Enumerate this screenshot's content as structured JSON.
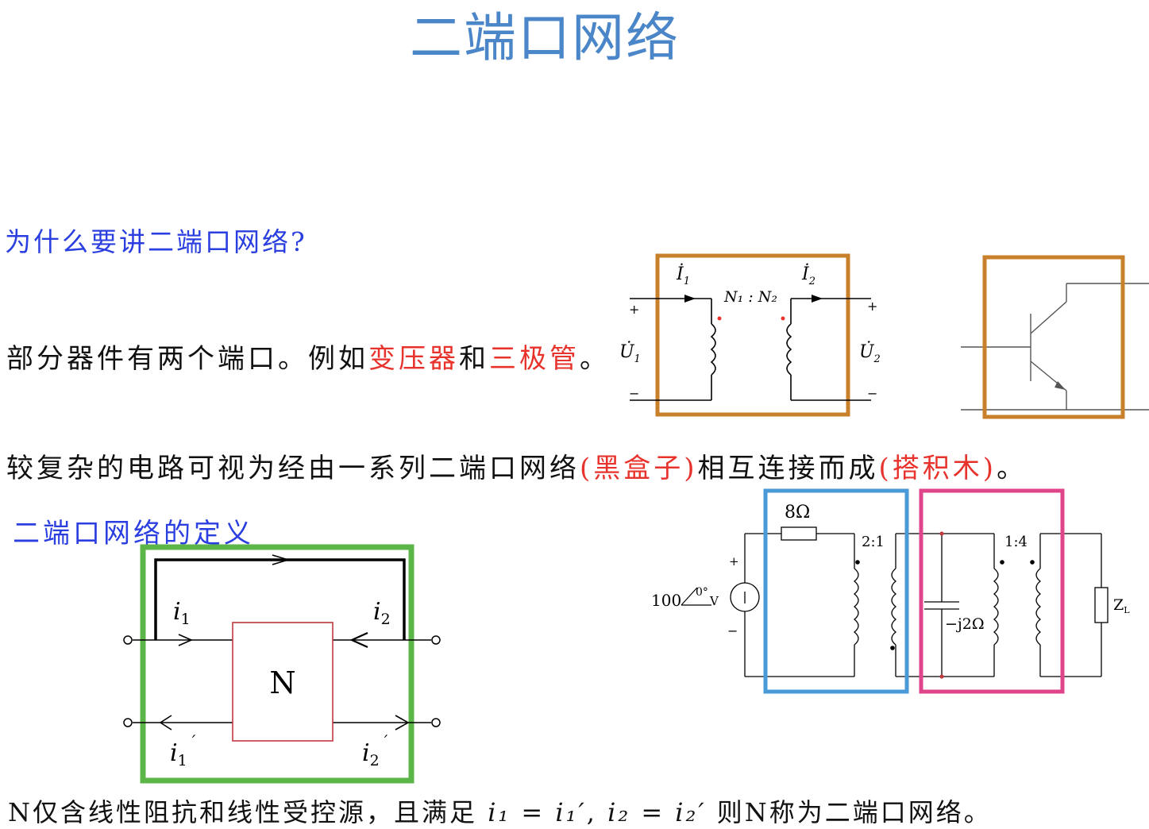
{
  "title": "二端口网络",
  "question": "为什么要讲二端口网络?",
  "line1": {
    "prefix": "部分器件有两个端口。例如",
    "transformer": "变压器",
    "and": "和",
    "triode": "三极管",
    "end": "。"
  },
  "line2": {
    "prefix": "较复杂的电路可视为经由一系列二端口网络",
    "black_box": "(黑盒子)",
    "middle": "相互连接而成",
    "blocks": "(搭积木)",
    "end": "。"
  },
  "definition_heading": "二端口网络的定义",
  "definition": {
    "prefix": "N仅含线性阻抗和线性受控源，且满足",
    "cond1": "i₁ = i₁′",
    "sep": ",",
    "cond2": "i₂ = i₂′",
    "suffix": "则N称为二端口网络。"
  },
  "transformer_diagram": {
    "I1": "İ",
    "I1_sub": "1",
    "I2": "İ",
    "I2_sub": "2",
    "ratio": "N₁ : N₂",
    "U1": "U̇",
    "U1_sub": "1",
    "U2": "U̇",
    "U2_sub": "2",
    "plus": "+",
    "minus": "−"
  },
  "network_diagram": {
    "box_label": "N",
    "i1": "i",
    "i1_sub": "1",
    "i2": "i",
    "i2_sub": "2",
    "i1p": "i",
    "i1p_sub": "1",
    "i2p": "i",
    "i2p_sub": "2",
    "prime": "′"
  },
  "circuit_diagram": {
    "resistor": "8Ω",
    "ratio1": "2:1",
    "ratio2": "1:4",
    "source": "100",
    "source_angle": "0°",
    "source_unit": "V",
    "capacitor": "−j2Ω",
    "load": "Z",
    "load_sub": "L",
    "plus": "+",
    "minus": "−"
  },
  "colors": {
    "title": "#4a86c8",
    "heading": "#2b3fe0",
    "highlight": "#e8322c",
    "frame_orange": "#c8802a",
    "frame_green": "#5cb548",
    "frame_blue": "#4a9ad8",
    "frame_pink": "#e0448a",
    "box_red": "#c0393b"
  }
}
